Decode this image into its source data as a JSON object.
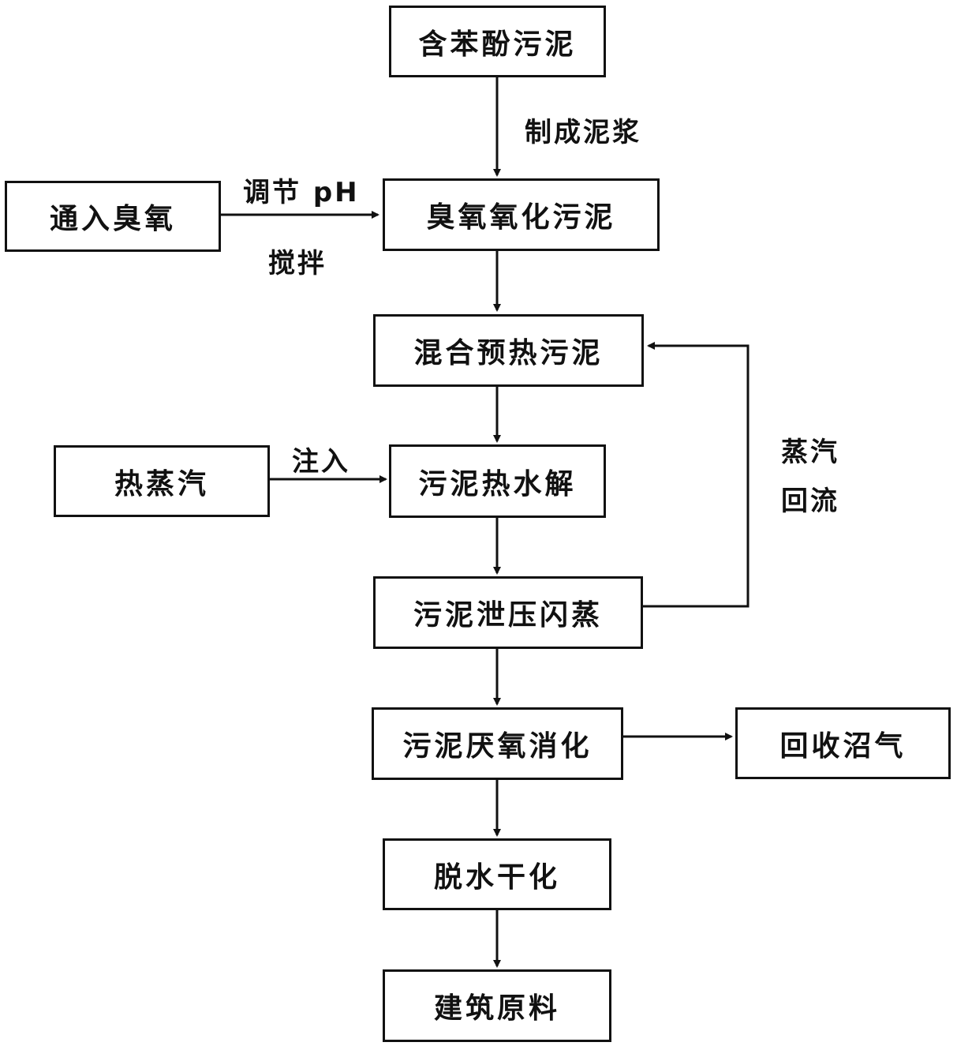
{
  "boxes": {
    "sludge": "含苯酚污泥",
    "ozone_oxidation": "臭氧氧化污泥",
    "ozone_input": "通入臭氧",
    "preheat": "混合预热污泥",
    "hydrolysis": "污泥热水解",
    "hot_steam": "热蒸汽",
    "flash": "污泥泄压闪蒸",
    "anaerobic": "污泥厌氧消化",
    "biogas": "回收沼气",
    "dewater": "脱水干化",
    "building": "建筑原料"
  },
  "labels": {
    "make_slurry": "制成泥浆",
    "adjust_ph": "调节 pH",
    "stir": "搅拌",
    "inject": "注入",
    "steam_reflux_1": "蒸汽",
    "steam_reflux_2": "回流"
  },
  "colors": {
    "line": "#111111",
    "background": "#ffffff"
  }
}
